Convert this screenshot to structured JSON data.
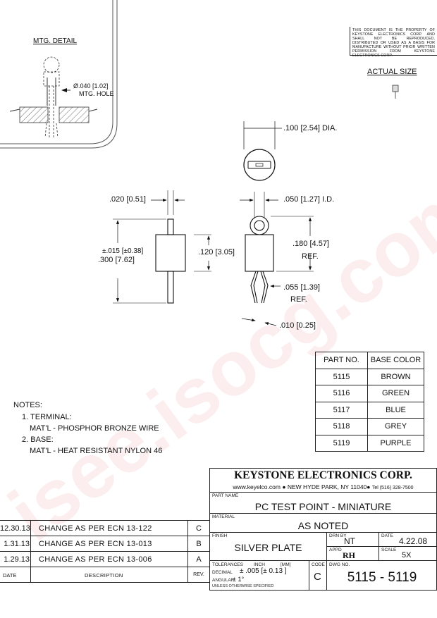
{
  "mtg_detail": {
    "title": "MTG. DETAIL",
    "hole_dim": "Ø.040 [1.02]",
    "hole_label": "MTG. HOLE"
  },
  "copyright_notice": "THIS DOCUMENT IS THE PROPERTY OF KEYSTONE ELECTRONICS CORP. AND SHALL NOT BE REPRODUCED, DISTRIBUTED OR USED AS A BASIS FOR MANUFACTURE WITHOUT PRIOR WRITTEN PERMISSION FROM KEYSTONE ELECTRONICS CORP.",
  "actual_size": "ACTUAL SIZE",
  "dimensions": {
    "dia": ".100 [2.54] DIA.",
    "wire": ".020 [0.51]",
    "id": ".050 [1.27] I.D.",
    "tol": "±.015 [±0.38]",
    "overall": ".300 [7.62]",
    "body": ".120 [3.05]",
    "ref180": ".180 [4.57]",
    "ref180_suffix": "REF.",
    "ref055": ".055 [1.39]",
    "ref055_suffix": "REF.",
    "gap": ".010 [0.25]"
  },
  "parts_table": {
    "headers": [
      "PART NO.",
      "BASE COLOR"
    ],
    "rows": [
      [
        "5115",
        "BROWN"
      ],
      [
        "5116",
        "GREEN"
      ],
      [
        "5117",
        "BLUE"
      ],
      [
        "5118",
        "GREY"
      ],
      [
        "5119",
        "PURPLE"
      ]
    ]
  },
  "notes": {
    "title": "NOTES:",
    "lines": [
      "1. TERMINAL:",
      "MAT'L - PHOSPHOR BRONZE WIRE",
      "2. BASE:",
      "MAT'L - HEAT RESISTANT NYLON 46"
    ]
  },
  "revisions": [
    {
      "date": "12.30.13",
      "desc": "CHANGE AS PER ECN 13-122",
      "rev": "C"
    },
    {
      "date": "1.31.13",
      "desc": "CHANGE AS PER ECN 13-013",
      "rev": "B"
    },
    {
      "date": "1.29.13",
      "desc": "CHANGE AS PER ECN 13-006",
      "rev": "A"
    }
  ],
  "revision_headers": {
    "date": "DATE",
    "desc": "DESCRIPTION",
    "rev": "REV."
  },
  "title_block": {
    "company": "KEYSTONE ELECTRONICS CORP.",
    "contact_site": "www.keyelco.com",
    "contact_city": "NEW HYDE PARK, NY 11040",
    "contact_tel": "Tel (516) 328-7500",
    "part_name_label": "PART NAME",
    "part_name": "PC TEST POINT - MINIATURE",
    "material_label": "MATERIAL",
    "material": "AS NOTED",
    "finish_label": "FINISH",
    "finish": "SILVER PLATE",
    "drn_label": "DRN BY",
    "drn": "NT",
    "date_label": "DATE",
    "date": "4.22.08",
    "appd_label": "APPD",
    "appd": "RH",
    "scale_label": "SCALE",
    "scale": "5X",
    "tol_label": "TOLERANCES",
    "tol_inch": "INCH",
    "tol_mm": "[MM]",
    "code_label": "CODE",
    "decimal_label": "DECIMAL",
    "decimal_val": "± .005  [± 0.13 ]",
    "angular_label": "ANGULAR",
    "angular_val": "± 1°",
    "unless": "UNLESS OTHERWISE SPECIFIED",
    "code": "C",
    "dwg_label": "DWG NO.",
    "dwg": "5115 - 5119"
  }
}
